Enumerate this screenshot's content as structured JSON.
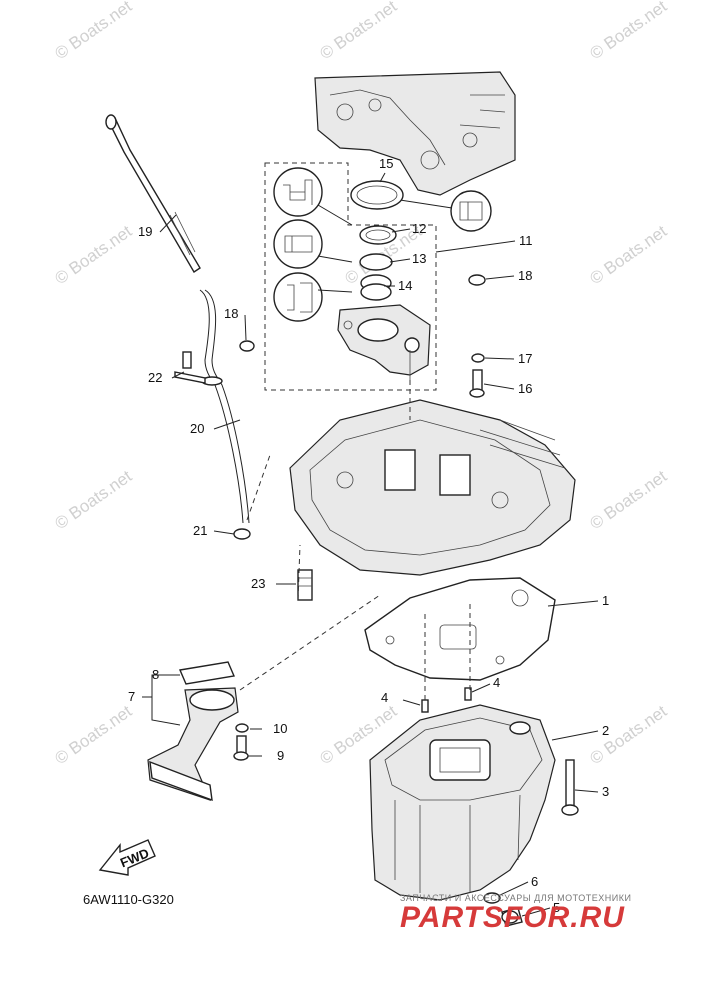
{
  "diagram": {
    "code": "6AW1110-G320",
    "direction_marker": "FWD",
    "watermark_text": "© Boats.net",
    "part_labels": [
      "1",
      "2",
      "3",
      "4",
      "4",
      "5",
      "6",
      "7",
      "8",
      "9",
      "10",
      "11",
      "12",
      "13",
      "14",
      "15",
      "16",
      "17",
      "18",
      "18",
      "19",
      "20",
      "21",
      "22",
      "23"
    ]
  },
  "footer": {
    "tagline": "ЗАПЧАСТИ И АКСЕССУАРЫ ДЛЯ МОТОТЕХНИКИ",
    "logo": "PARTSFOR.RU"
  },
  "colors": {
    "line": "#222222",
    "watermark": "#d0d0d0",
    "logo": "#d63a3a"
  }
}
